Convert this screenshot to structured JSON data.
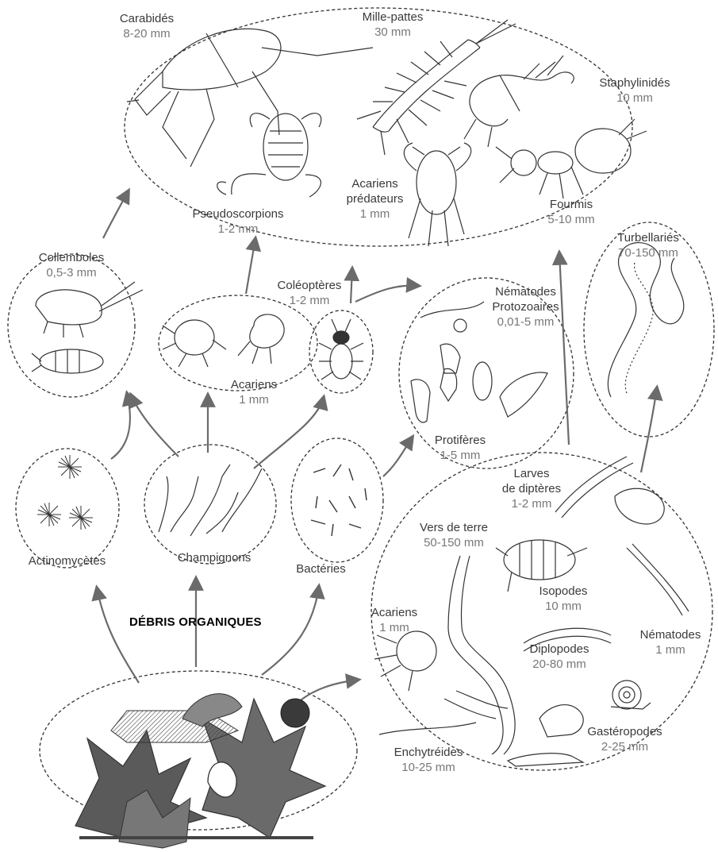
{
  "diagram": {
    "source_label": "DÉBRIS ORGANIQUES",
    "groups": {
      "carabides": {
        "name": "Carabidés",
        "size": "8-20 mm"
      },
      "mille_pattes": {
        "name": "Mille-pattes",
        "size": "30 mm"
      },
      "staphylinides": {
        "name": "Staphylinidés",
        "size": "10 mm"
      },
      "acariens_predateurs": {
        "name_line1": "Acariens",
        "name_line2": "prédateurs",
        "size": "1 mm"
      },
      "fourmis": {
        "name": "Fourmis",
        "size": "5-10 mm"
      },
      "pseudoscorpions": {
        "name": "Pseudoscorpions",
        "size": "1-2 mm"
      },
      "turbellaries": {
        "name": "Turbellariés",
        "size": "70-150 mm"
      },
      "collemboles": {
        "name": "Collemboles",
        "size": "0,5-3 mm"
      },
      "coleopteres": {
        "name": "Coléoptères",
        "size": "1-2 mm"
      },
      "acariens_fungivores": {
        "name": "Acariens",
        "size": "1 mm"
      },
      "nematodes_protozoaires": {
        "name_line1": "Nématodes",
        "name_line2": "Protozoaires",
        "size": "0,01-5 mm"
      },
      "protiferes": {
        "name": "Protifères",
        "size": "1-5 mm"
      },
      "actinomycetes": {
        "name": "Actinomycètes"
      },
      "champignons": {
        "name": "Champignons"
      },
      "bacteries": {
        "name": "Bactéries"
      },
      "larves_dipteres": {
        "name_line1": "Larves",
        "name_line2": "de diptères",
        "size": "1-2 mm"
      },
      "vers_de_terre": {
        "name": "Vers de terre",
        "size": "50-150 mm"
      },
      "isopodes": {
        "name": "Isopodes",
        "size": "10 mm"
      },
      "acariens_sol": {
        "name": "Acariens",
        "size": "1 mm"
      },
      "diplopodes": {
        "name": "Diplopodes",
        "size": "20-80 mm"
      },
      "nematodes_sol": {
        "name": "Nématodes",
        "size": "1 mm"
      },
      "gasteropodes": {
        "name": "Gastéropodes",
        "size": "2-25 mm"
      },
      "enchytreides": {
        "name": "Enchytréides",
        "size": "10-25 mm"
      }
    },
    "colors": {
      "text": "#3a3a3a",
      "size_text": "#777777",
      "arrow": "#6b6b6b",
      "outline": "#333333",
      "leaves": "#5a5a5a"
    }
  }
}
